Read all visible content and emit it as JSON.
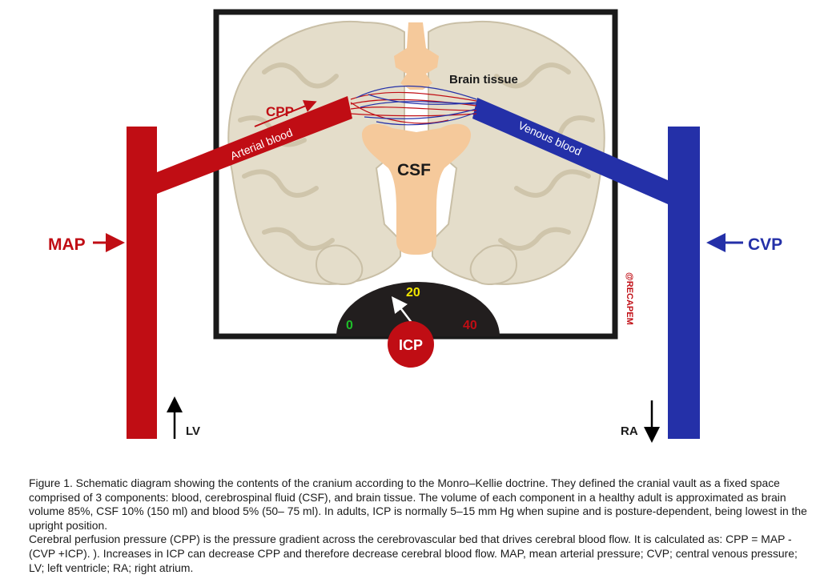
{
  "diagram": {
    "labels": {
      "map": "MAP",
      "cvp": "CVP",
      "lv": "LV",
      "ra": "RA",
      "cpp": "CPP",
      "arterial_blood": "Arterial blood",
      "venous_blood": "Venous blood",
      "brain_tissue": "Brain tissue",
      "csf": "CSF",
      "icp": "ICP",
      "watermark": "@RECAPEM"
    },
    "gauge": {
      "min_label": "0",
      "mid_label": "20",
      "max_label": "40"
    },
    "colors": {
      "arterial": "#c00d14",
      "venous": "#2430a8",
      "csf": "#f5c99b",
      "brain": "#e3dcc9",
      "gauge": "#221e1e",
      "gauge_min": "#1fbf2a",
      "gauge_mid": "#f2e600",
      "gauge_max": "#c00d14"
    }
  },
  "caption": {
    "paragraph1": "Figure 1. Schematic diagram showing the contents of the cranium according to the Monro–Kellie doctrine. They defined the cranial vault as a fixed space comprised of 3 components: blood, cerebrospinal fluid (CSF), and brain tissue. The volume of each component in a healthy adult is approximated as brain volume 85%, CSF 10% (150 ml) and blood  5% (50– 75 ml). In adults, ICP is normally 5–15 mm Hg when supine and is posture-dependent, being lowest in the upright position.",
    "paragraph2": "Cerebral perfusion pressure (CPP) is the pressure gradient across the cerebrovascular bed that drives cerebral blood flow. It is calculated as: CPP = MAP - (CVP +ICP). ). Increases in ICP can decrease CPP and therefore decrease cerebral blood flow. MAP, mean arterial pressure; CVP; central venous pressure; LV; left ventricle; RA; right atrium."
  }
}
